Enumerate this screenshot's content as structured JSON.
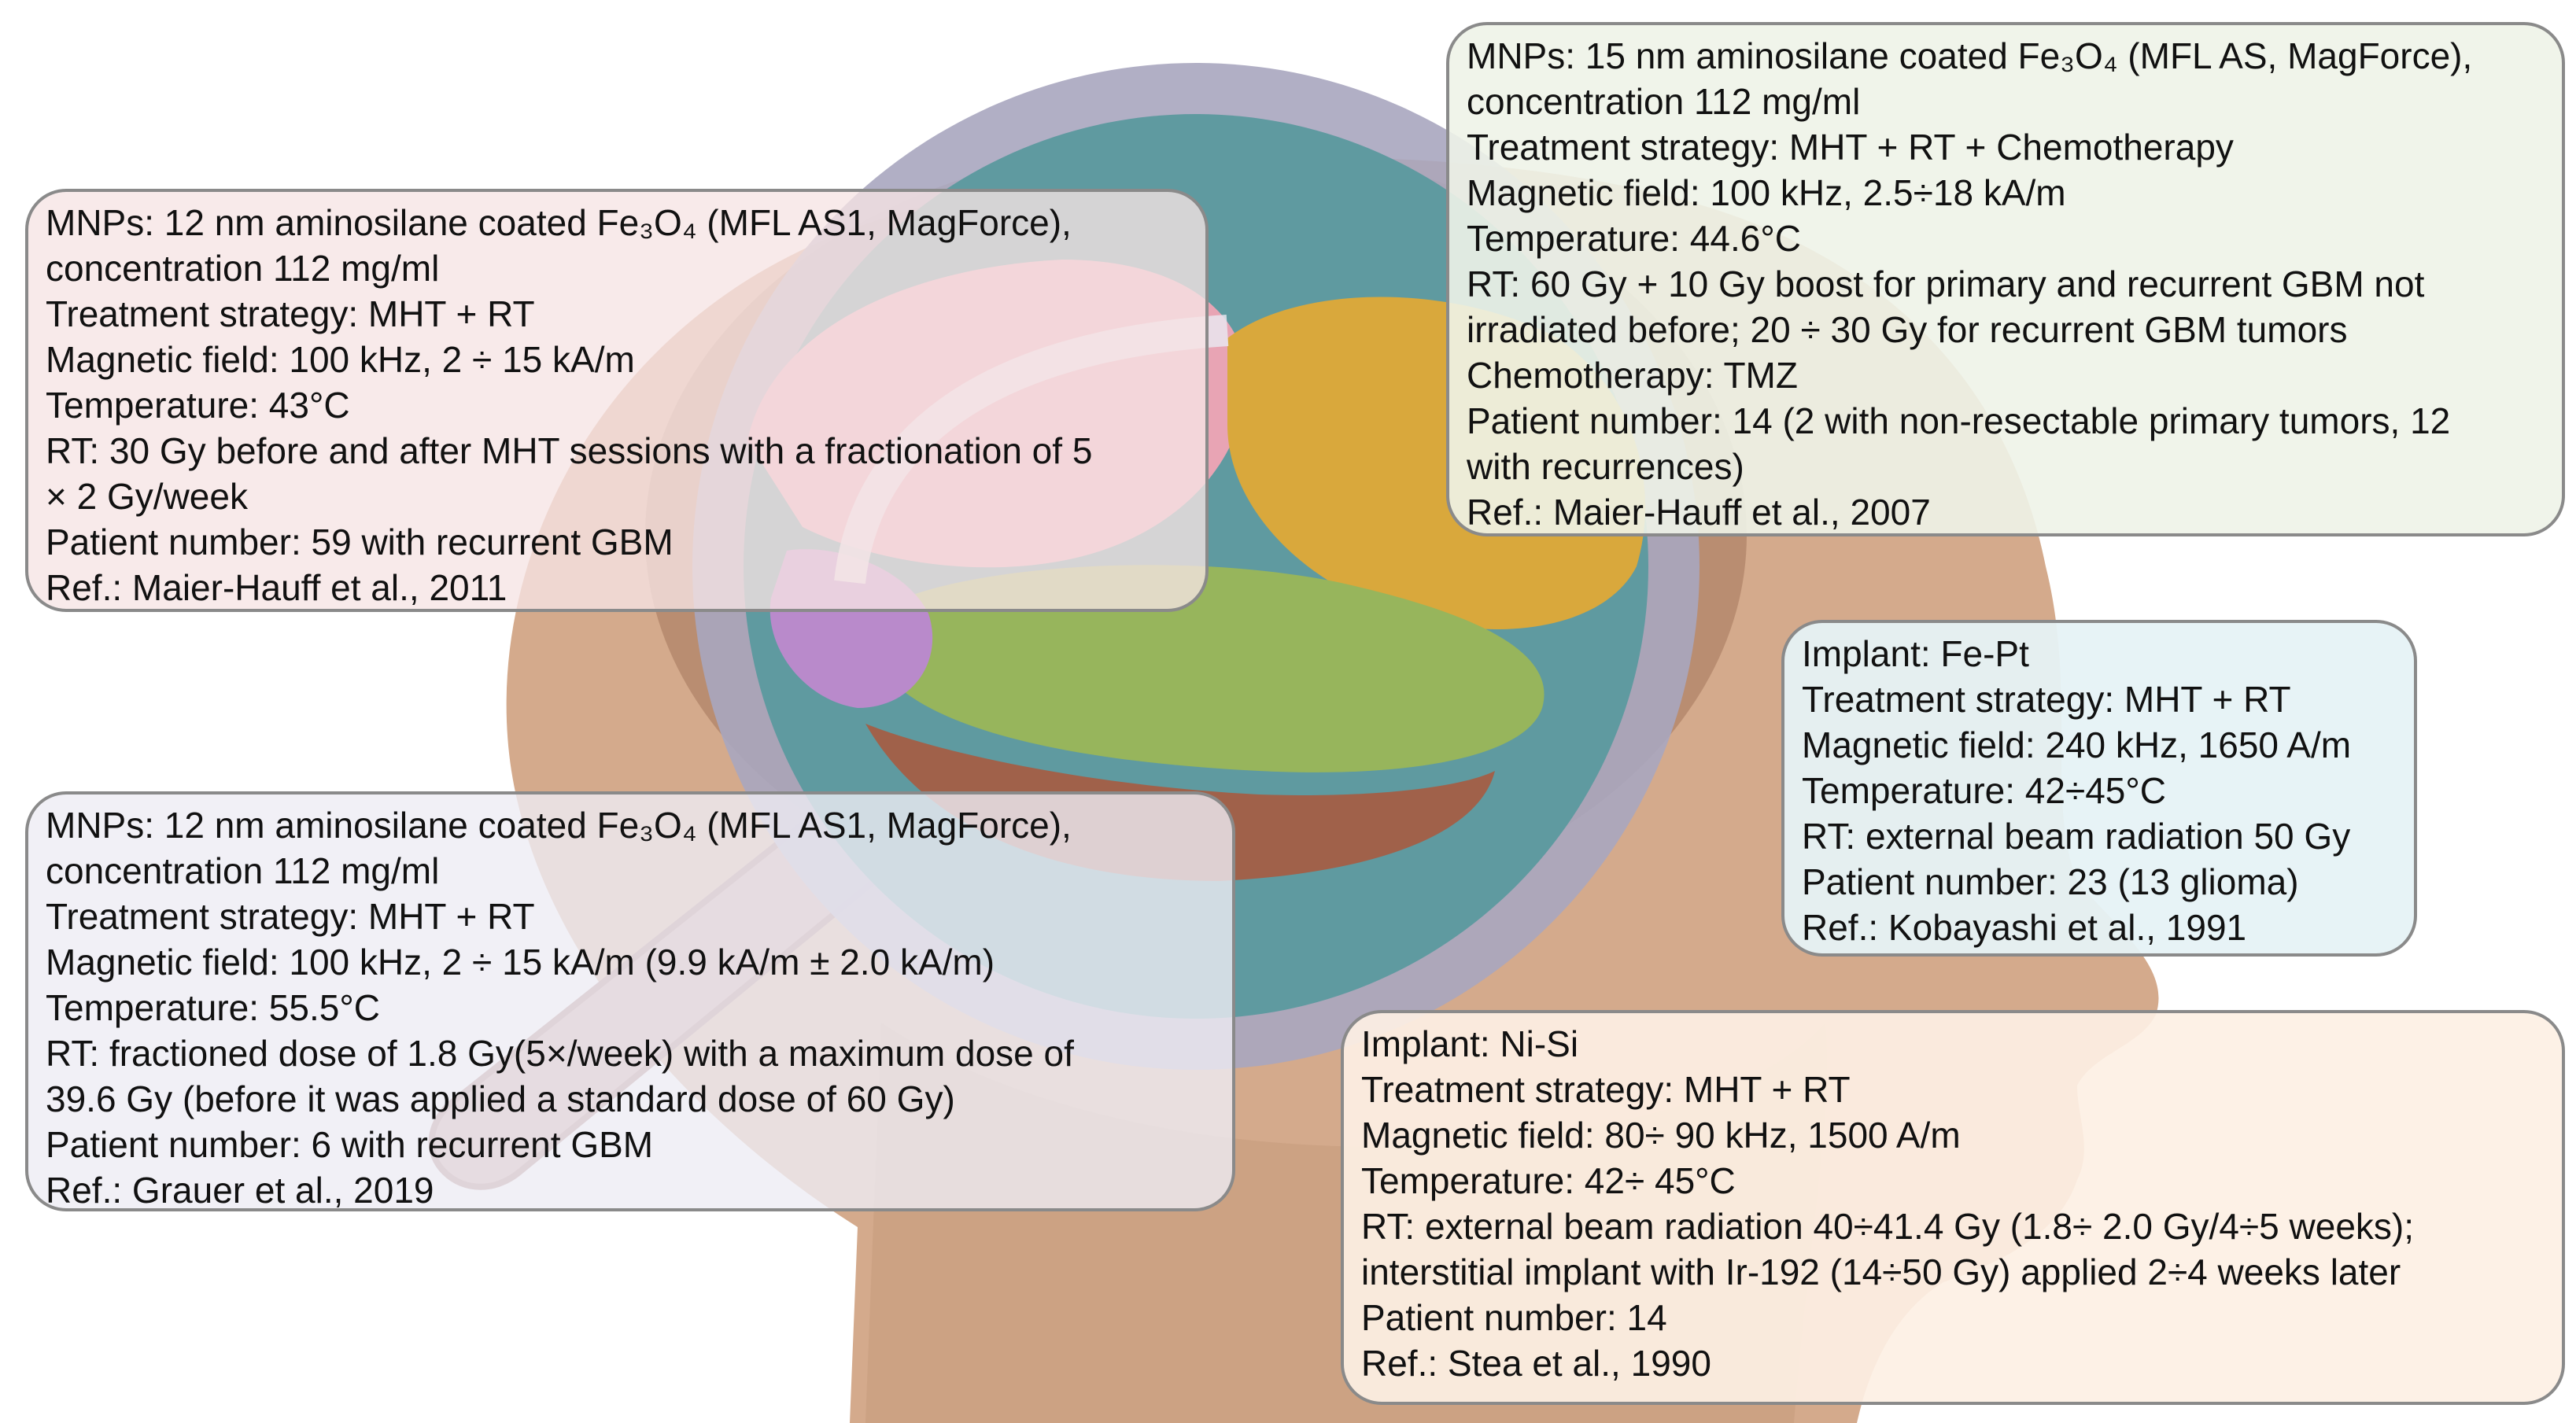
{
  "colors": {
    "head": "#d4aa8c",
    "head_shadow": "#c59a7c",
    "neck": "#cfa584",
    "brain_backdrop": "#9a6a50",
    "lens_rim": "#a9a6bf",
    "lens_glass": "#5f9aa0",
    "frontal_lobe": "#e8a4b4",
    "parietal_lobe": "#d9a83c",
    "temporal_lobe": "#97b55c",
    "occipital_lobe": "#b98acb",
    "cerebellum": "#a0614a",
    "handle": "#c99a94"
  },
  "icons": [
    "head-silhouette",
    "brain",
    "magnifying-glass"
  ],
  "boxes": {
    "maier2011": {
      "lines": [
        "MNPs: 12 nm aminosilane coated Fe₃O₄ (MFL AS1, MagForce),",
        "concentration 112 mg/ml",
        "Treatment strategy: MHT + RT",
        "Magnetic field: 100 kHz, 2 ÷ 15 kA/m",
        "Temperature: 43°C",
        "RT: 30 Gy before and after MHT sessions with a fractionation of 5",
        "× 2 Gy/week",
        "Patient number: 59 with recurrent GBM",
        "Ref.: Maier-Hauff et al., 2011"
      ]
    },
    "maier2007": {
      "lines": [
        "MNPs: 15 nm aminosilane coated Fe₃O₄ (MFL AS, MagForce),",
        "concentration 112 mg/ml",
        "Treatment strategy: MHT + RT + Chemotherapy",
        "Magnetic field: 100 kHz, 2.5÷18 kA/m",
        "Temperature: 44.6°C",
        "RT: 60 Gy + 10 Gy boost for primary and recurrent GBM not",
        "irradiated before; 20 ÷ 30 Gy for recurrent GBM tumors",
        "Chemotherapy: TMZ",
        "Patient number: 14 (2 with non-resectable primary tumors, 12",
        "with recurrences)",
        "Ref.: Maier-Hauff et al., 2007"
      ]
    },
    "kobayashi": {
      "lines": [
        "Implant: Fe-Pt",
        "Treatment strategy: MHT + RT",
        "Magnetic field: 240 kHz, 1650 A/m",
        "Temperature: 42÷45°C",
        "RT: external beam radiation 50 Gy",
        "Patient number: 23 (13 glioma)",
        "Ref.: Kobayashi et al., 1991"
      ]
    },
    "grauer": {
      "lines": [
        "MNPs: 12 nm aminosilane coated Fe₃O₄ (MFL AS1, MagForce),",
        "concentration 112 mg/ml",
        "Treatment strategy: MHT + RT",
        "Magnetic field: 100 kHz, 2 ÷ 15 kA/m (9.9 kA/m ± 2.0 kA/m)",
        "Temperature: 55.5°C",
        "RT: fractioned dose of 1.8 Gy(5×/week) with a maximum dose of",
        "39.6 Gy (before it was applied a standard dose of 60 Gy)",
        "Patient number: 6  with recurrent GBM",
        "Ref.: Grauer et al., 2019"
      ]
    },
    "stea": {
      "lines": [
        "Implant: Ni-Si",
        "Treatment strategy: MHT + RT",
        "Magnetic field: 80÷ 90 kHz, 1500 A/m",
        "Temperature: 42÷ 45°C",
        "RT: external beam radiation 40÷41.4 Gy (1.8÷ 2.0 Gy/4÷5 weeks);",
        "interstitial implant with Ir-192 (14÷50 Gy) applied 2÷4 weeks later",
        "Patient number: 14",
        "Ref.: Stea et al., 1990"
      ]
    }
  }
}
